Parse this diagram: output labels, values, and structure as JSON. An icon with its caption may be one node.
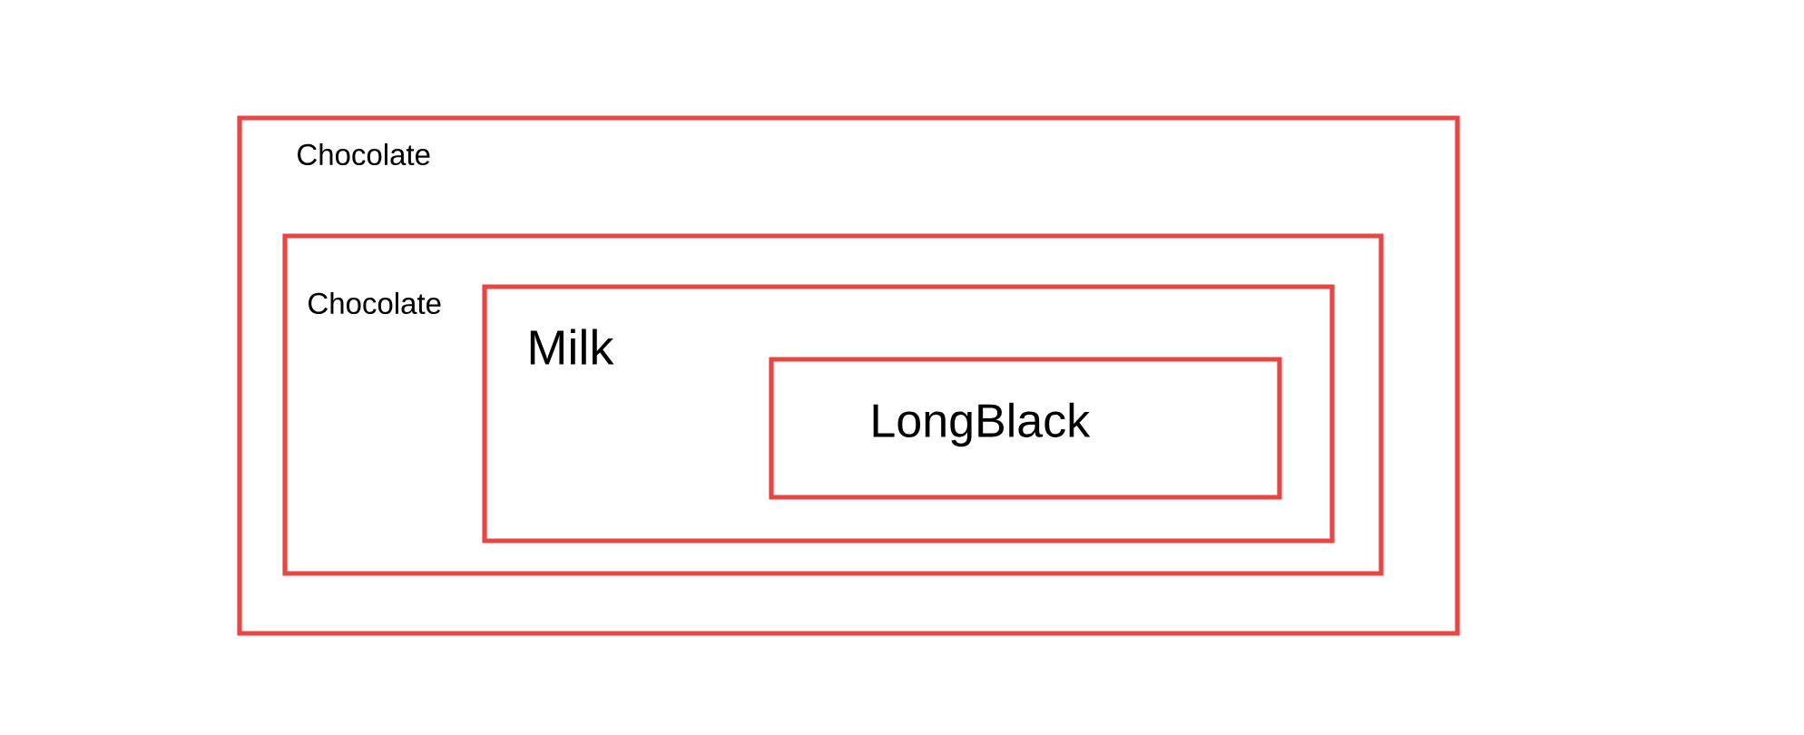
{
  "diagram": {
    "nodes": [
      {
        "text": [
          "Chocolate"
        ]
      },
      {
        "text": [
          "Chocolate"
        ],
        "in": 0
      },
      {
        "text": [
          "Milk"
        ],
        "in": 1
      },
      {
        "text": [
          "LongBlack"
        ],
        "in": 2
      }
    ]
  }
}
